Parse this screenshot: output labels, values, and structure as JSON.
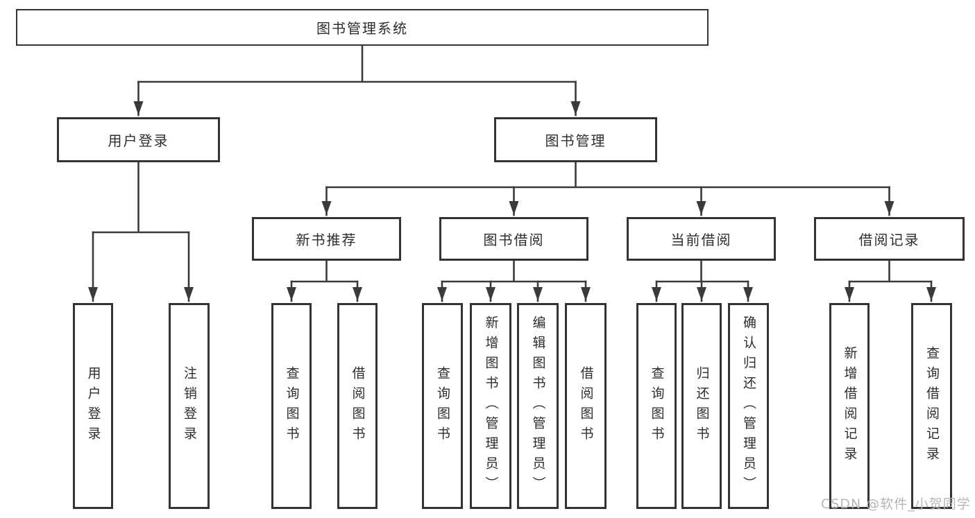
{
  "diagram": {
    "type": "tree",
    "root": {
      "label": "图书管理系统"
    },
    "branches": [
      {
        "label": "用户登录",
        "children": [
          {
            "label": "用户登录"
          },
          {
            "label": "注销登录"
          }
        ]
      },
      {
        "label": "图书管理",
        "children": [
          {
            "label": "新书推荐",
            "children": [
              {
                "label": "查询图书"
              },
              {
                "label": "借阅图书"
              }
            ]
          },
          {
            "label": "图书借阅",
            "children": [
              {
                "label": "查询图书"
              },
              {
                "label": "新增图书（管理员）"
              },
              {
                "label": "编辑图书（管理员）"
              },
              {
                "label": "借阅图书"
              }
            ]
          },
          {
            "label": "当前借阅",
            "children": [
              {
                "label": "查询图书"
              },
              {
                "label": "归还图书"
              },
              {
                "label": "确认归还（管理员）"
              }
            ]
          },
          {
            "label": "借阅记录",
            "children": [
              {
                "label": "新增借阅记录"
              },
              {
                "label": "查询借阅记录"
              }
            ]
          }
        ]
      }
    ]
  },
  "watermark": {
    "text": "CSDN @软件_小贺同学"
  },
  "colors": {
    "line": "#3a3a3a",
    "box_border": "#333333",
    "text": "#2d2d2d",
    "watermark": "#b6b6b6",
    "background": "#ffffff"
  }
}
